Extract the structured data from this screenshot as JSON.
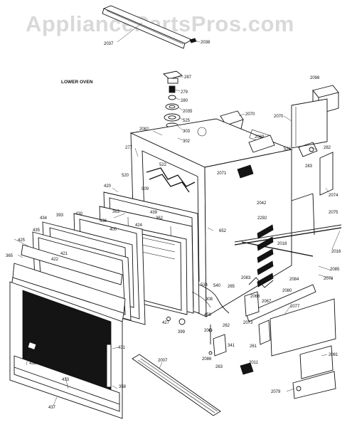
{
  "watermark": "AppliancePartsPros.com",
  "title": "LOWER OVEN",
  "labels": [
    {
      "id": "2037",
      "text": "2037"
    },
    {
      "id": "2038",
      "text": "2038"
    },
    {
      "id": "287",
      "text": "287"
    },
    {
      "id": "279",
      "text": "279"
    },
    {
      "id": "280",
      "text": "280"
    },
    {
      "id": "2035",
      "text": "2035"
    },
    {
      "id": "525",
      "text": "525"
    },
    {
      "id": "303",
      "text": "303"
    },
    {
      "id": "302",
      "text": "302"
    },
    {
      "id": "2098",
      "text": "2098"
    },
    {
      "id": "2070a",
      "text": "2070"
    },
    {
      "id": "2070b",
      "text": "2070"
    },
    {
      "id": "2082",
      "text": "2082"
    },
    {
      "id": "277",
      "text": "277"
    },
    {
      "id": "2069",
      "text": "2069"
    },
    {
      "id": "526",
      "text": "526"
    },
    {
      "id": "282",
      "text": "282"
    },
    {
      "id": "283",
      "text": "283"
    },
    {
      "id": "522",
      "text": "522"
    },
    {
      "id": "520",
      "text": "520"
    },
    {
      "id": "2071",
      "text": "2071"
    },
    {
      "id": "909",
      "text": "909"
    },
    {
      "id": "2074",
      "text": "2074"
    },
    {
      "id": "420",
      "text": "420"
    },
    {
      "id": "2042",
      "text": "2042"
    },
    {
      "id": "439",
      "text": "439"
    },
    {
      "id": "362",
      "text": "362"
    },
    {
      "id": "363",
      "text": "363"
    },
    {
      "id": "2075",
      "text": "2075"
    },
    {
      "id": "2292",
      "text": "2292"
    },
    {
      "id": "434",
      "text": "434"
    },
    {
      "id": "393",
      "text": "393"
    },
    {
      "id": "430",
      "text": "430"
    },
    {
      "id": "436",
      "text": "436"
    },
    {
      "id": "424",
      "text": "424"
    },
    {
      "id": "400",
      "text": "400"
    },
    {
      "id": "652",
      "text": "652"
    },
    {
      "id": "435",
      "text": "435"
    },
    {
      "id": "425",
      "text": "425"
    },
    {
      "id": "421",
      "text": "421"
    },
    {
      "id": "422",
      "text": "422"
    },
    {
      "id": "2018",
      "text": "2018"
    },
    {
      "id": "2016",
      "text": "2016"
    },
    {
      "id": "365",
      "text": "365"
    },
    {
      "id": "2085",
      "text": "2085"
    },
    {
      "id": "2078",
      "text": "2078"
    },
    {
      "id": "2083",
      "text": "2083"
    },
    {
      "id": "2084",
      "text": "2084"
    },
    {
      "id": "2080",
      "text": "2080"
    },
    {
      "id": "534",
      "text": "534"
    },
    {
      "id": "540",
      "text": "540"
    },
    {
      "id": "265",
      "text": "265"
    },
    {
      "id": "2068",
      "text": "2068"
    },
    {
      "id": "2067",
      "text": "2067"
    },
    {
      "id": "908",
      "text": "908"
    },
    {
      "id": "2077",
      "text": "2077"
    },
    {
      "id": "427",
      "text": "427"
    },
    {
      "id": "459",
      "text": "459"
    },
    {
      "id": "2073",
      "text": "2073"
    },
    {
      "id": "399",
      "text": "399"
    },
    {
      "id": "262",
      "text": "262"
    },
    {
      "id": "204",
      "text": "204"
    },
    {
      "id": "341",
      "text": "341"
    },
    {
      "id": "261",
      "text": "261"
    },
    {
      "id": "431",
      "text": "431"
    },
    {
      "id": "432",
      "text": "432"
    },
    {
      "id": "2007",
      "text": "2007"
    },
    {
      "id": "2086",
      "text": "2086"
    },
    {
      "id": "2081",
      "text": "2081"
    },
    {
      "id": "263",
      "text": "263"
    },
    {
      "id": "2011",
      "text": "2011"
    },
    {
      "id": "433",
      "text": "433"
    },
    {
      "id": "358",
      "text": "358"
    },
    {
      "id": "437",
      "text": "437"
    },
    {
      "id": "2079",
      "text": "2079"
    }
  ]
}
